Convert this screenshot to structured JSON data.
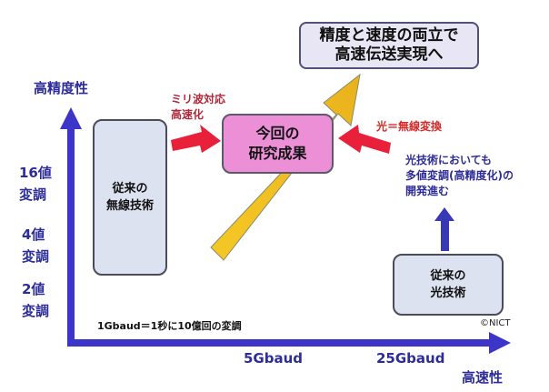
{
  "goal_box": {
    "text": "精度と速度の両立で\n高速伝送実現へ"
  },
  "y_axis": {
    "title": "高精度性",
    "ticks": [
      "16値\n変調",
      "4値\n変調",
      "2値\n変調"
    ]
  },
  "x_axis": {
    "title": "高速性",
    "ticks": [
      "5Gbaud",
      "25Gbaud"
    ],
    "note": "1Gbaud＝1秒に10億回の変調"
  },
  "boxes": {
    "wireless": "従来の\n無線技術",
    "research": "今回の\n研究成果",
    "optical": "従来の\n光技術"
  },
  "annotations": {
    "millimeter": "ミリ波対応\n高速化",
    "light_to_wireless": "光＝無線変換",
    "optical_multilevel": "光技術においても\n多値変調(高精度化)の\n開発進む"
  },
  "credit": "©NICT",
  "colors": {
    "axis": "#3d35c8",
    "goal_fill": "#e8e6f4",
    "goal_stroke": "#50507a",
    "tech_fill": "#dde2f0",
    "tech_stroke": "#4b4b5a",
    "research_fill": "#ec8fd6",
    "research_stroke": "#5a5a6e",
    "yellow_arrow": "#f0c020",
    "red_arrow": "#e8203a",
    "blue_text": "#2d2d9a",
    "red_text": "#d42a2a",
    "up_arrow": "#3939b8"
  }
}
